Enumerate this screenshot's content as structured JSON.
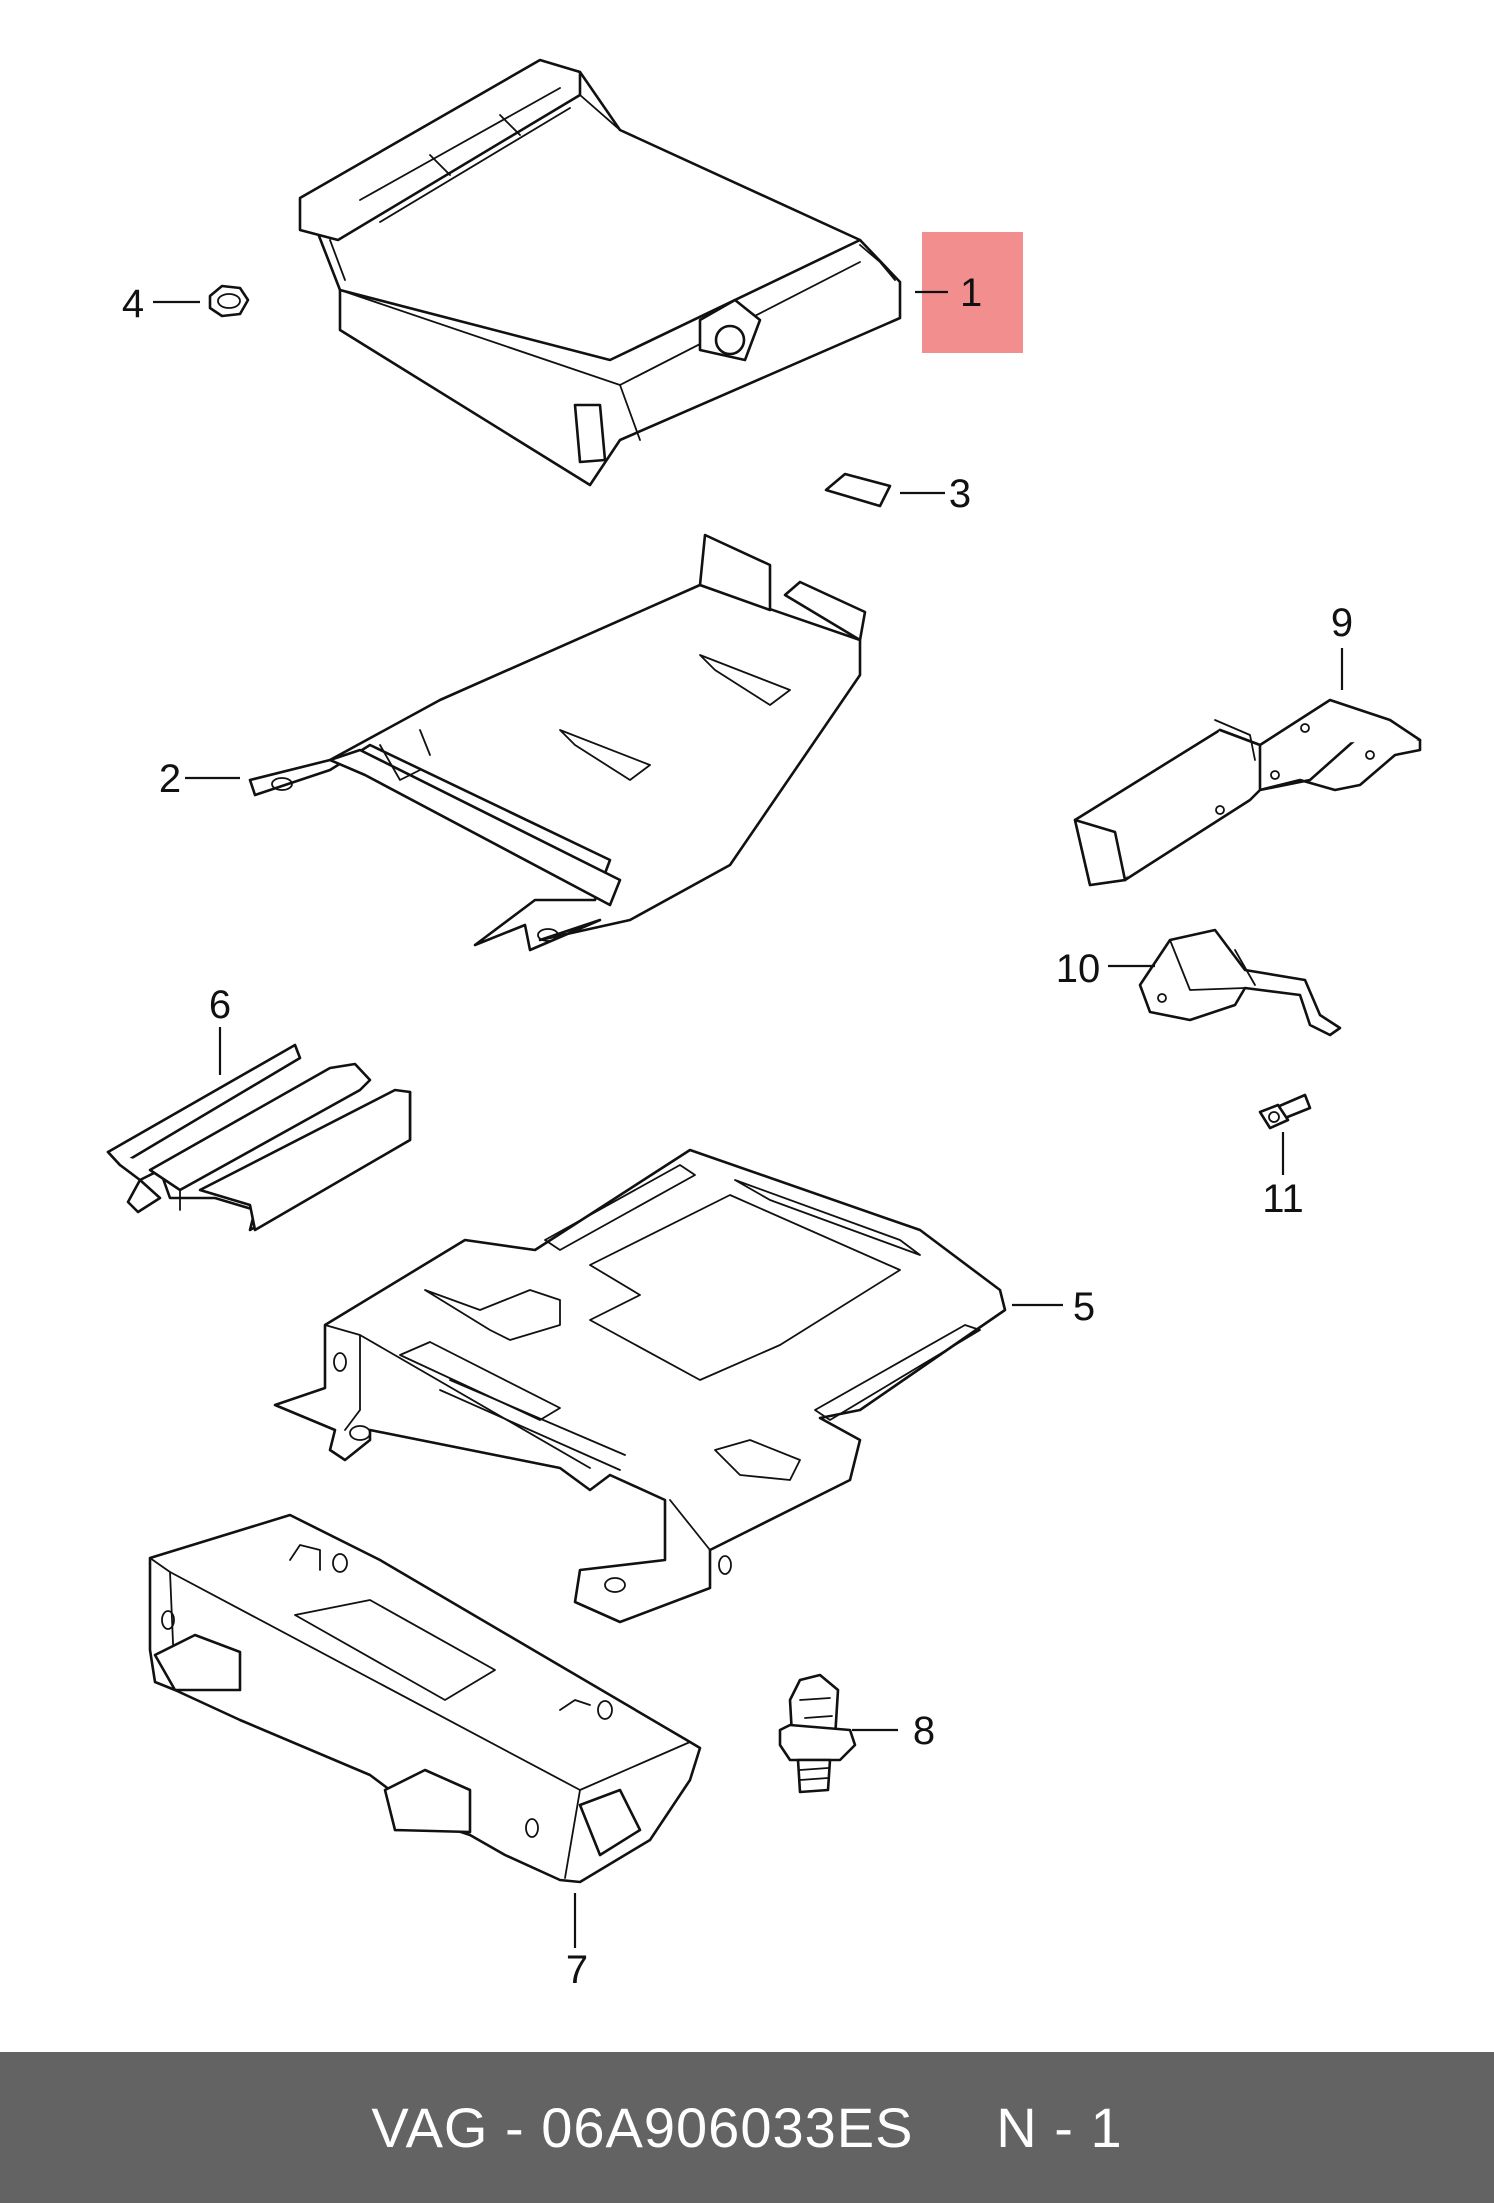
{
  "diagram": {
    "highlighted_part": "1",
    "highlight_color": "#f28e8e",
    "callouts": [
      {
        "id": "1",
        "label": "1"
      },
      {
        "id": "2",
        "label": "2"
      },
      {
        "id": "3",
        "label": "3"
      },
      {
        "id": "4",
        "label": "4"
      },
      {
        "id": "5",
        "label": "5"
      },
      {
        "id": "6",
        "label": "6"
      },
      {
        "id": "7",
        "label": "7"
      },
      {
        "id": "8",
        "label": "8"
      },
      {
        "id": "9",
        "label": "9"
      },
      {
        "id": "10",
        "label": "10"
      },
      {
        "id": "11",
        "label": "11"
      }
    ]
  },
  "footer": {
    "text": "VAG - 06A906033ES     N - 1",
    "background": "#636363",
    "text_color": "#ffffff"
  }
}
